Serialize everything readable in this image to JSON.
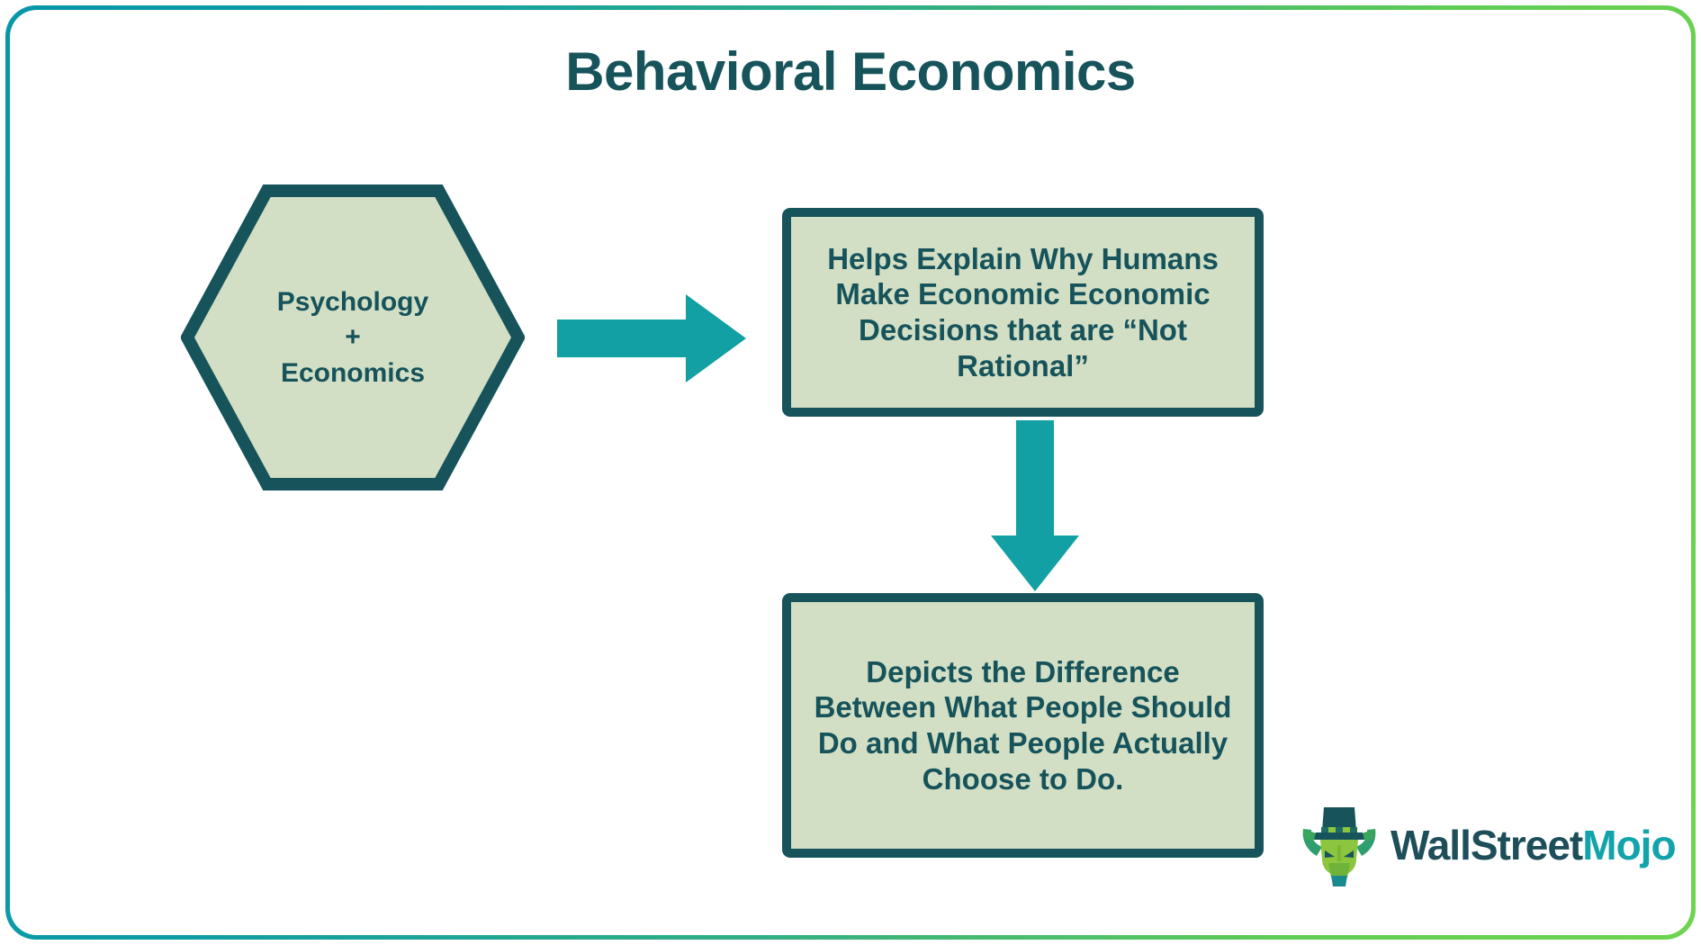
{
  "meta": {
    "title": "Behavioral Economics"
  },
  "theme": {
    "dark_teal": "#16535a",
    "sage_fill": "#d3dfc5",
    "arrow_teal": "#12a0a4",
    "frame_gradient_start": "#0897a8",
    "frame_gradient_end": "#6ed44e",
    "logo_primary": "#1d4e5a",
    "logo_accent": "#12a3ab",
    "background": "#ffffff"
  },
  "diagram": {
    "type": "flowchart",
    "nodes": [
      {
        "id": "source",
        "shape": "hexagon",
        "text": "Psychology\n+\nEconomics"
      },
      {
        "id": "outcome-1",
        "shape": "rectangle",
        "text": "Helps Explain Why Humans Make Economic Economic Decisions that are “Not Rational”"
      },
      {
        "id": "outcome-2",
        "shape": "rectangle",
        "text": "Depicts the Difference Between What People Should Do and What People Actually Choose to Do."
      }
    ],
    "connectors": [
      {
        "id": "arrow-1",
        "from": "source",
        "to": "outcome-1",
        "direction": "right"
      },
      {
        "id": "arrow-2",
        "from": "outcome-1",
        "to": "outcome-2",
        "direction": "down"
      }
    ]
  },
  "logo": {
    "primary_text": "WallStreet",
    "accent_text": "Mojo",
    "mascot": "bull-with-top-hat-icon"
  }
}
